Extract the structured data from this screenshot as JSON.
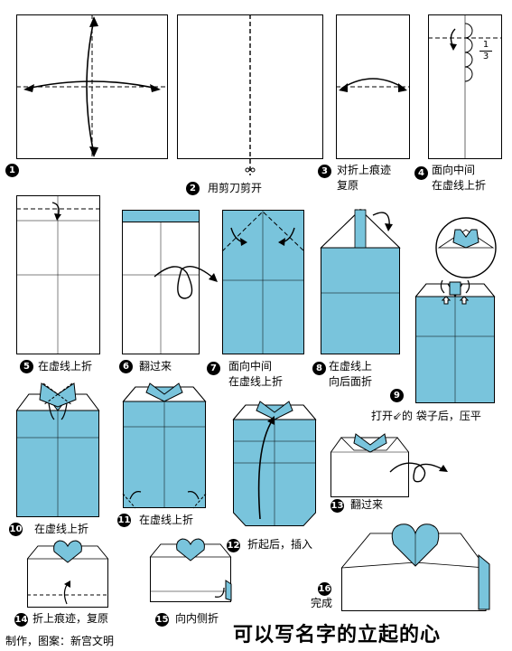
{
  "colors": {
    "paper_blue": "#79c4dc",
    "paper_white": "#ffffff",
    "line": "#000000"
  },
  "title": "可以写名字的立起的心",
  "credit": "制作，图案：新宫文明",
  "steps": [
    {
      "num": "1",
      "text": ""
    },
    {
      "num": "2",
      "text": "用剪刀剪开"
    },
    {
      "num": "3",
      "text": "对折上痕迹",
      "text2": "复原"
    },
    {
      "num": "4",
      "text": "面向中间",
      "text2": "在虚线上折"
    },
    {
      "num": "5",
      "text": "在虚线上折"
    },
    {
      "num": "6",
      "text": "翻过来"
    },
    {
      "num": "7",
      "text": "面向中间",
      "text2": "在虚线上折"
    },
    {
      "num": "8",
      "text": "在虚线上",
      "text2": "向后面折"
    },
    {
      "num": "9",
      "text": "打开⇙的 袋子后，压平"
    },
    {
      "num": "10",
      "text": "在虚线上折"
    },
    {
      "num": "11",
      "text": "在虚线上折"
    },
    {
      "num": "12",
      "text": "折起后，插入"
    },
    {
      "num": "13",
      "text": "翻过来"
    },
    {
      "num": "14",
      "text": "折上痕迹，复原"
    },
    {
      "num": "15",
      "text": "向内侧折"
    },
    {
      "num": "16",
      "text": "完成"
    }
  ],
  "fraction": {
    "num": "1",
    "den": "3"
  }
}
